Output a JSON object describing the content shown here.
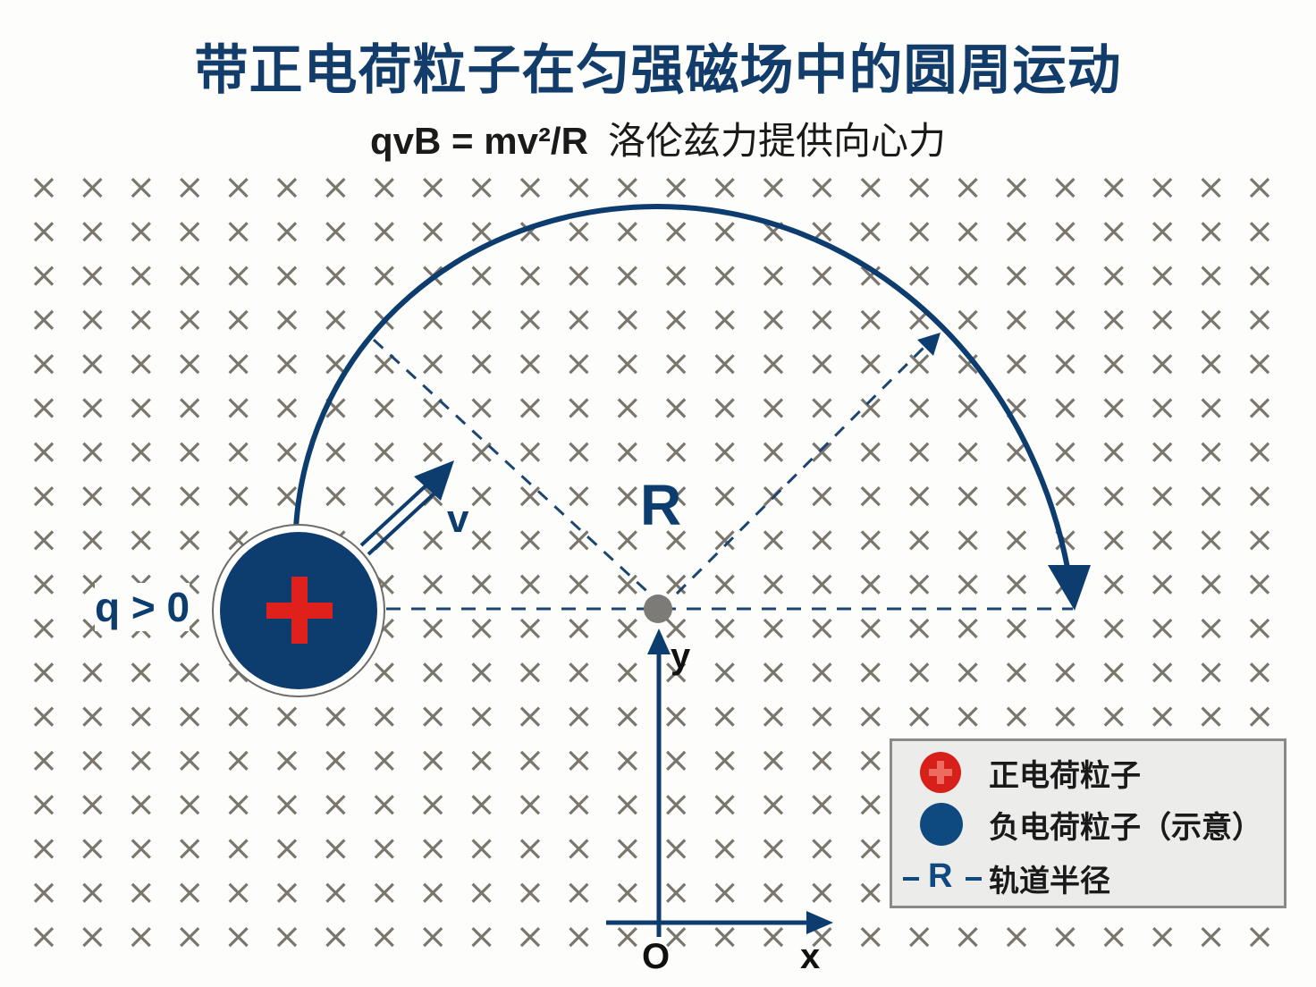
{
  "title": "带正电荷粒子在匀强磁场中的圆周运动",
  "subtitle": {
    "formula": "qvB = mv²/R",
    "description": "洛伦兹力提供向心力"
  },
  "field": {
    "symbol": "×",
    "meaning": "magnetic field into page",
    "color": "#7a766d",
    "columns": 26,
    "rows": 18
  },
  "particle": {
    "charge_label": "q > 0",
    "sign": "+",
    "fill_color": "#0d3d6e",
    "sign_color": "#e0201a"
  },
  "labels": {
    "velocity": "v",
    "radius": "R",
    "origin": "O",
    "x_axis": "x",
    "y_axis": "y"
  },
  "legend": {
    "items": [
      {
        "icon": "positive-charge-icon",
        "label": "正电荷粒子"
      },
      {
        "icon": "negative-charge-icon",
        "label": "负电荷粒子（示意）"
      },
      {
        "icon": "radius-dash-icon",
        "symbol": "R",
        "label": "轨道半径"
      }
    ]
  },
  "colors": {
    "primary": "#0d3d6e",
    "red": "#e0201a",
    "center_dot": "#7d7b77",
    "legend_bg": "#ececeb"
  }
}
